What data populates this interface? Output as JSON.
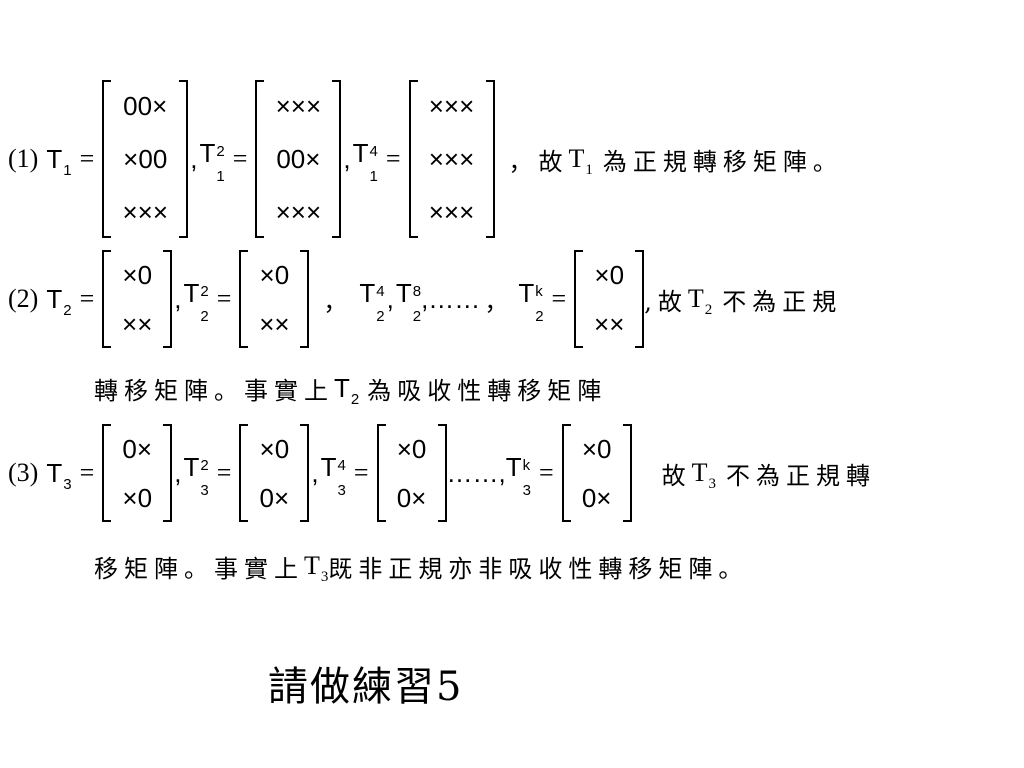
{
  "row1": {
    "label": "(1)",
    "T1": "T",
    "T1_sub": "1",
    "m1": [
      "00×",
      "×00",
      "×××"
    ],
    "T1sq": "T",
    "T1sq_sub": "1",
    "T1sq_sup": "2",
    "m2": [
      "×××",
      "00×",
      "×××"
    ],
    "T1q": "T",
    "T1q_sub": "1",
    "T1q_sup": "4",
    "m3": [
      "×××",
      "×××",
      "×××"
    ],
    "comma_cjk": "，",
    "text_a": "故 ",
    "Tn": "T",
    "Tn_sub": "1",
    "text_b": "為正規轉移矩陣。"
  },
  "row2": {
    "label": "(2)",
    "T": "T",
    "T_sub": "2",
    "m1": [
      "×0",
      "××"
    ],
    "Tsq": "T",
    "Tsq_sub": "2",
    "Tsq_sup": "2",
    "m2": [
      "×0",
      "××"
    ],
    "comma_cjk": "，",
    "seq_a": "T",
    "seq_a_sub": "2",
    "seq_a_sup": "4",
    "seq_b": "T",
    "seq_b_sub": "2",
    "seq_b_sup": "8",
    "dots": ",……",
    "comma_cjk2": "，",
    "Tk": "T",
    "Tk_sub": "2",
    "Tk_sup": "k",
    "m3": [
      "×0",
      "××"
    ],
    "text_a": ",故 ",
    "Tn": "T",
    "Tn_sub": "2",
    "text_b": "不為正規",
    "line2_a": "轉移矩陣。事實上",
    "line2_T": "T",
    "line2_T_sub": "2",
    "line2_b": "為吸收性轉移矩陣"
  },
  "row3": {
    "label": "(3)",
    "T": "T",
    "T_sub": "3",
    "m1": [
      "0×",
      "×0"
    ],
    "Tsq": "T",
    "Tsq_sub": "3",
    "Tsq_sup": "2",
    "m2": [
      "×0",
      "0×"
    ],
    "Tq": "T",
    "Tq_sub": "3",
    "Tq_sup": "4",
    "m3": [
      "×0",
      "0×"
    ],
    "dots": "……,",
    "Tk": "T",
    "Tk_sub": "3",
    "Tk_sup": "k",
    "m4": [
      "×0",
      "0×"
    ],
    "text_a": "故 ",
    "Tn": "T",
    "Tn_sub": "3",
    "text_b": "不為正規轉",
    "line2_a": "移矩陣。事實上 ",
    "line2_T": "T",
    "line2_T_sub": "3",
    "line2_b": " 既非正規亦非吸收性轉移矩陣。"
  },
  "footer": "請做練習5"
}
